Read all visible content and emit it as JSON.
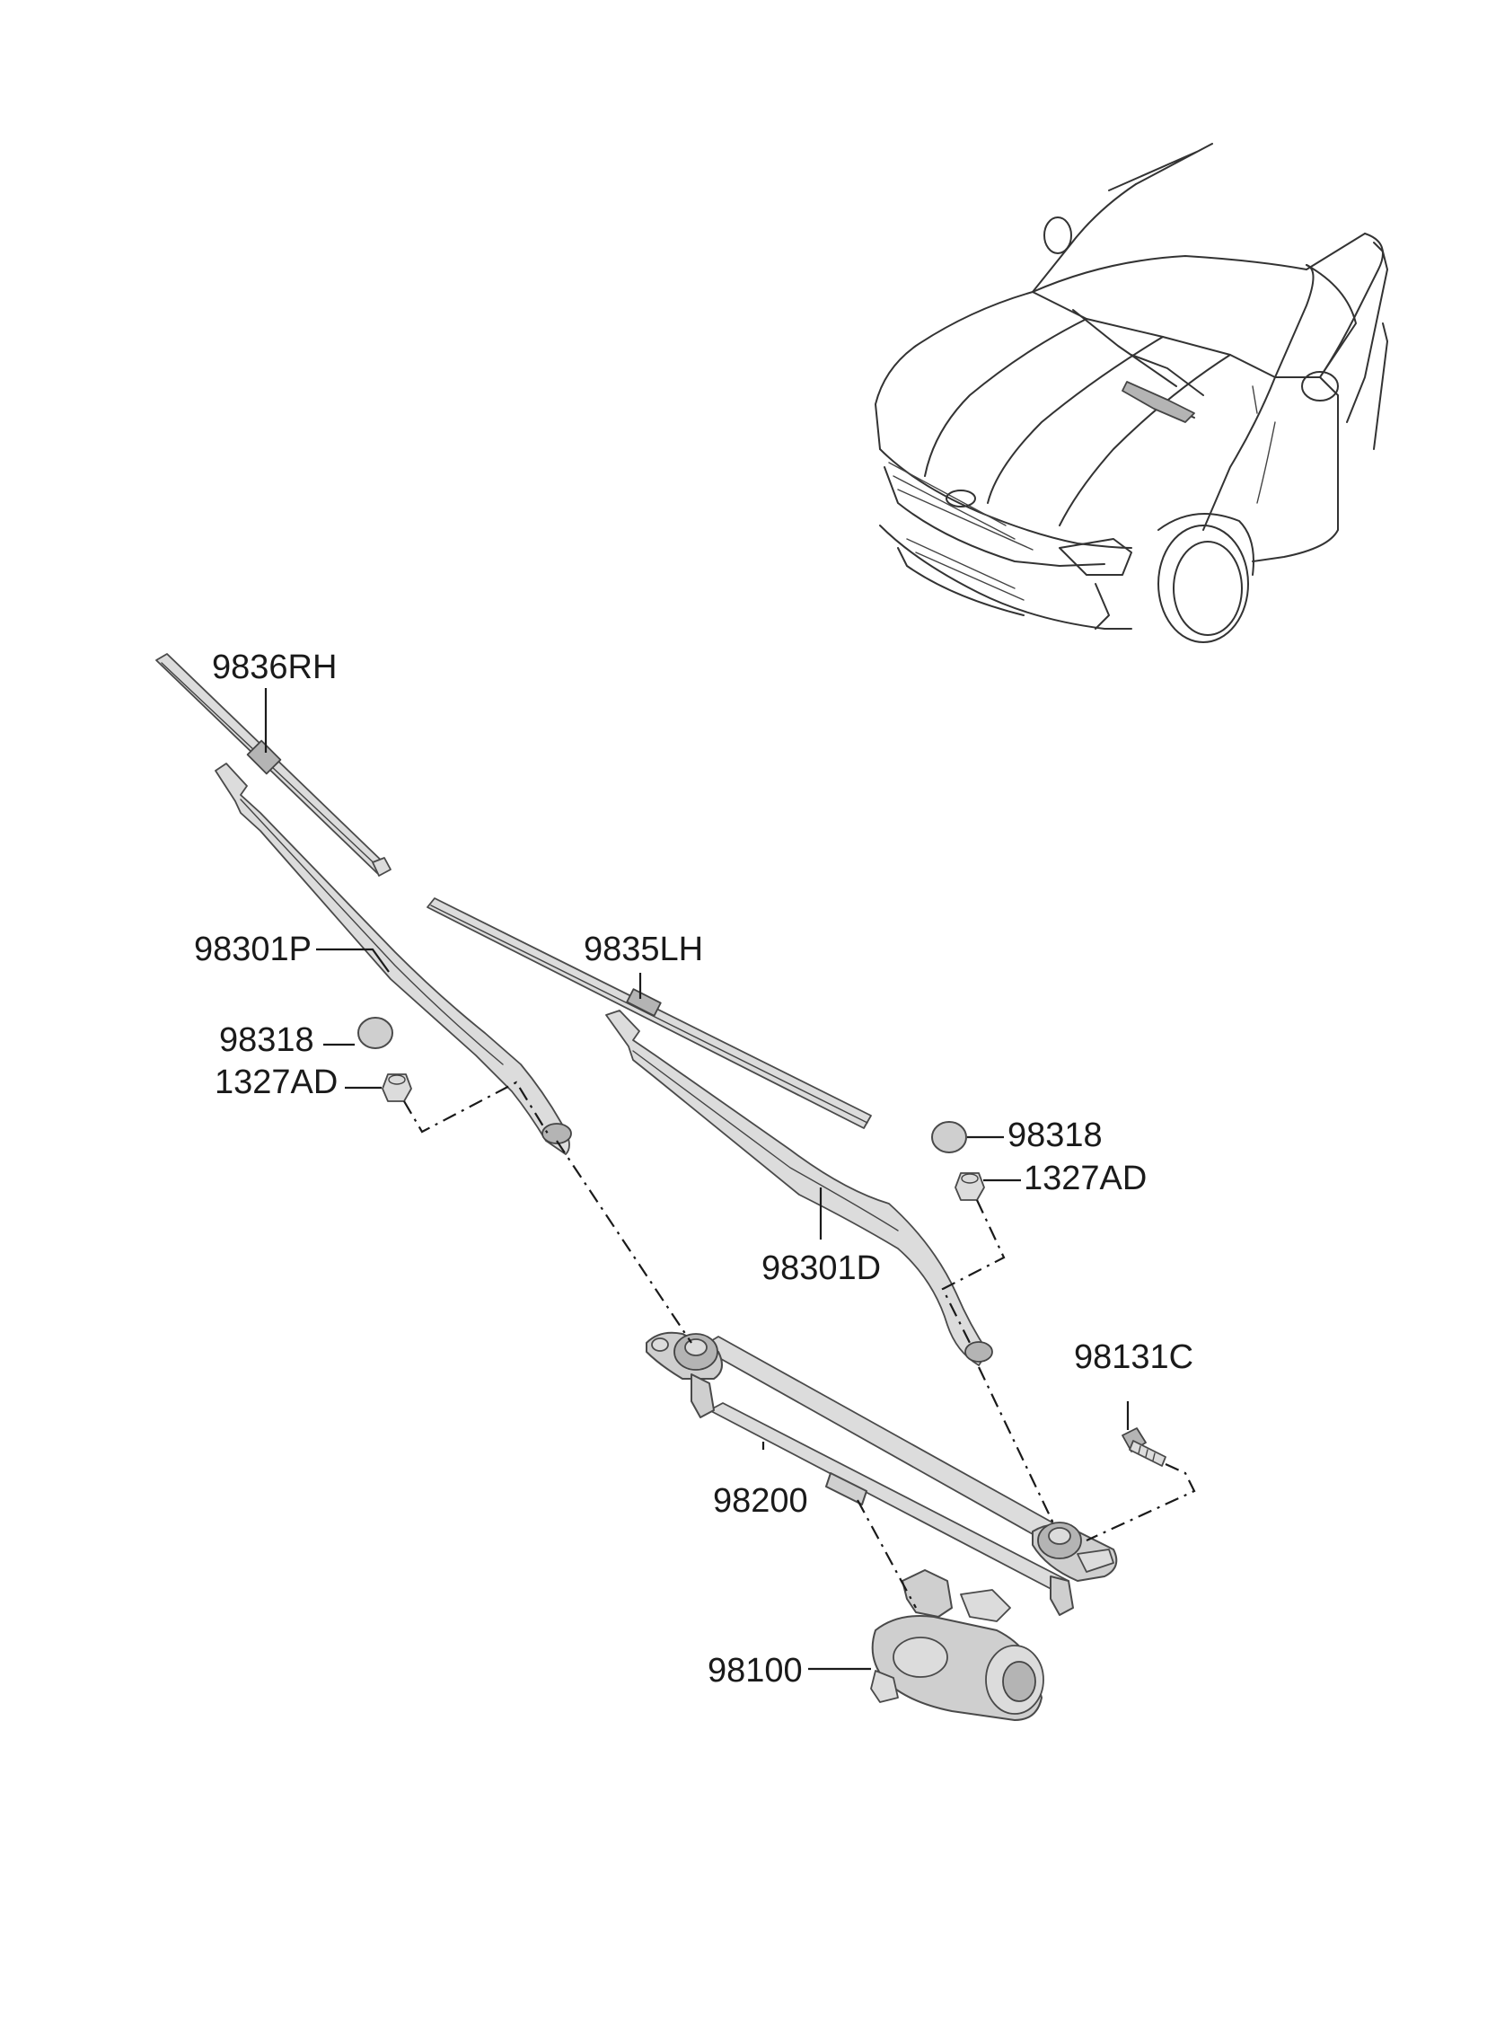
{
  "diagram": {
    "part_labels": {
      "wiper_blade_rh": "9836RH",
      "wiper_arm_passenger": "98301P",
      "wiper_blade_lh": "9835LH",
      "cap_left": "98318",
      "nut_left": "1327AD",
      "cap_right": "98318",
      "nut_right": "1327AD",
      "wiper_arm_driver": "98301D",
      "bolt": "98131C",
      "linkage": "98200",
      "motor": "98100"
    }
  }
}
